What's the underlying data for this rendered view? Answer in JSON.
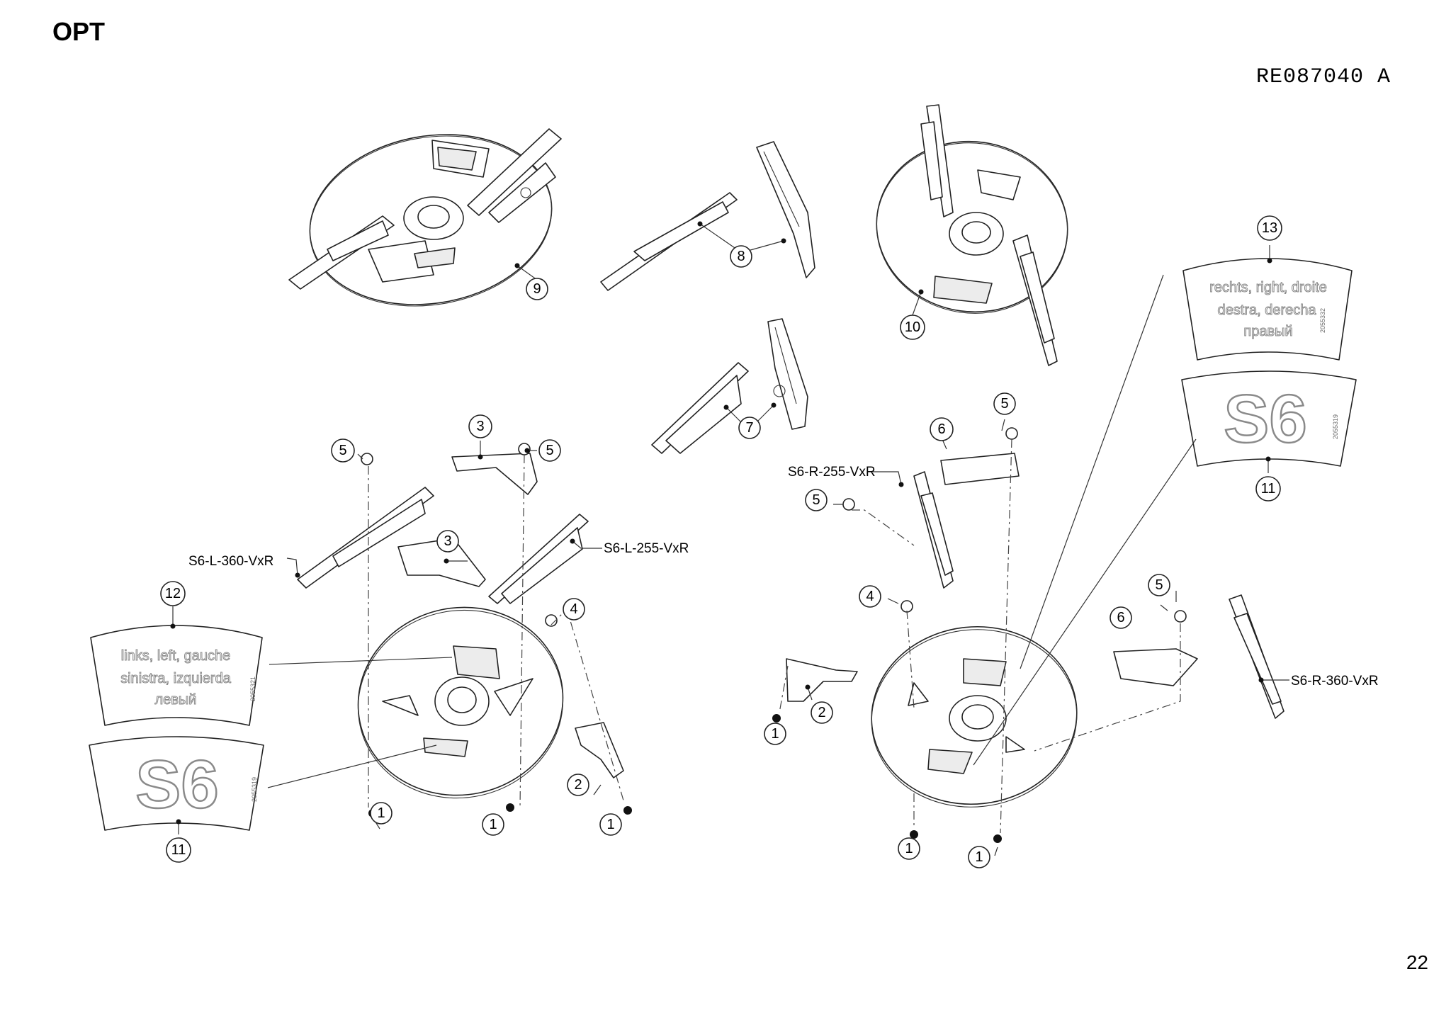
{
  "header": {
    "title": "OPT",
    "reference": "RE087040  A",
    "page_number": "22"
  },
  "callouts": {
    "c9": "9",
    "c8": "8",
    "c10": "10",
    "c13": "13",
    "c7": "7",
    "c3a": "3",
    "c5a": "5",
    "c5b": "5",
    "c3b": "3",
    "c4a": "4",
    "c12": "12",
    "c11a": "11",
    "c1a": "1",
    "c1b": "1",
    "c2a": "2",
    "c1c": "1",
    "c5c": "5",
    "c6a": "6",
    "c5d": "5",
    "c4b": "4",
    "c2b": "2",
    "c1d": "1",
    "c11b": "11",
    "c5e": "5",
    "c6b": "6",
    "c1e": "1",
    "c1f": "1"
  },
  "vane_codes": {
    "left_long": "S6-L-360-VxR",
    "left_short": "S6-L-255-VxR",
    "right_short": "S6-R-255-VxR",
    "right_long": "S6-R-360-VxR"
  },
  "decals": {
    "right_label": {
      "lines": [
        "rechts, right, droite",
        "destra, derecha",
        "правый"
      ],
      "code": "2055332"
    },
    "s6_right": {
      "text": "S6",
      "code": "2055319"
    },
    "left_label": {
      "lines": [
        "links, left, gauche",
        "sinistra, izquierda",
        "левый"
      ],
      "code": "2055321"
    },
    "s6_left": {
      "text": "S6",
      "code": "2055319"
    }
  }
}
